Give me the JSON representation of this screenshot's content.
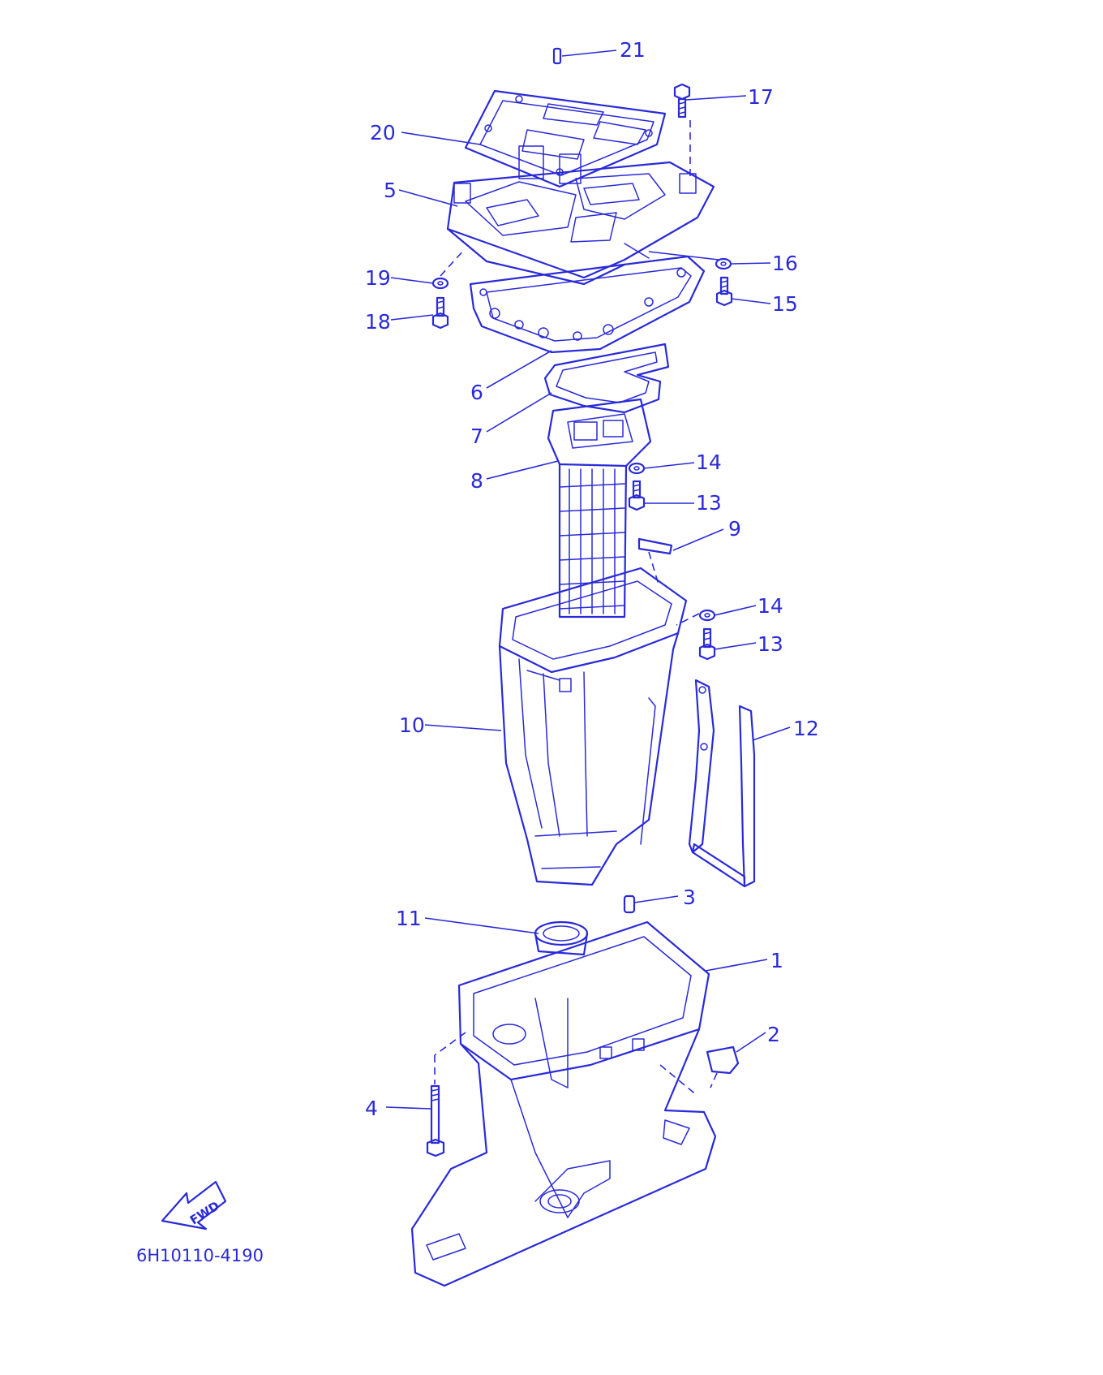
{
  "diagram_code": "6H10110-4190",
  "direction_label": "FWD",
  "ink_color": "#2a2ad8",
  "background": "#ffffff",
  "callouts": {
    "c1": "1",
    "c2": "2",
    "c3": "3",
    "c4": "4",
    "c5": "5",
    "c6": "6",
    "c7": "7",
    "c8": "8",
    "c9": "9",
    "c10": "10",
    "c11": "11",
    "c12": "12",
    "c13a": "13",
    "c13b": "13",
    "c14a": "14",
    "c14b": "14",
    "c15": "15",
    "c16": "16",
    "c17": "17",
    "c18": "18",
    "c19": "19",
    "c20": "20",
    "c21": "21"
  }
}
